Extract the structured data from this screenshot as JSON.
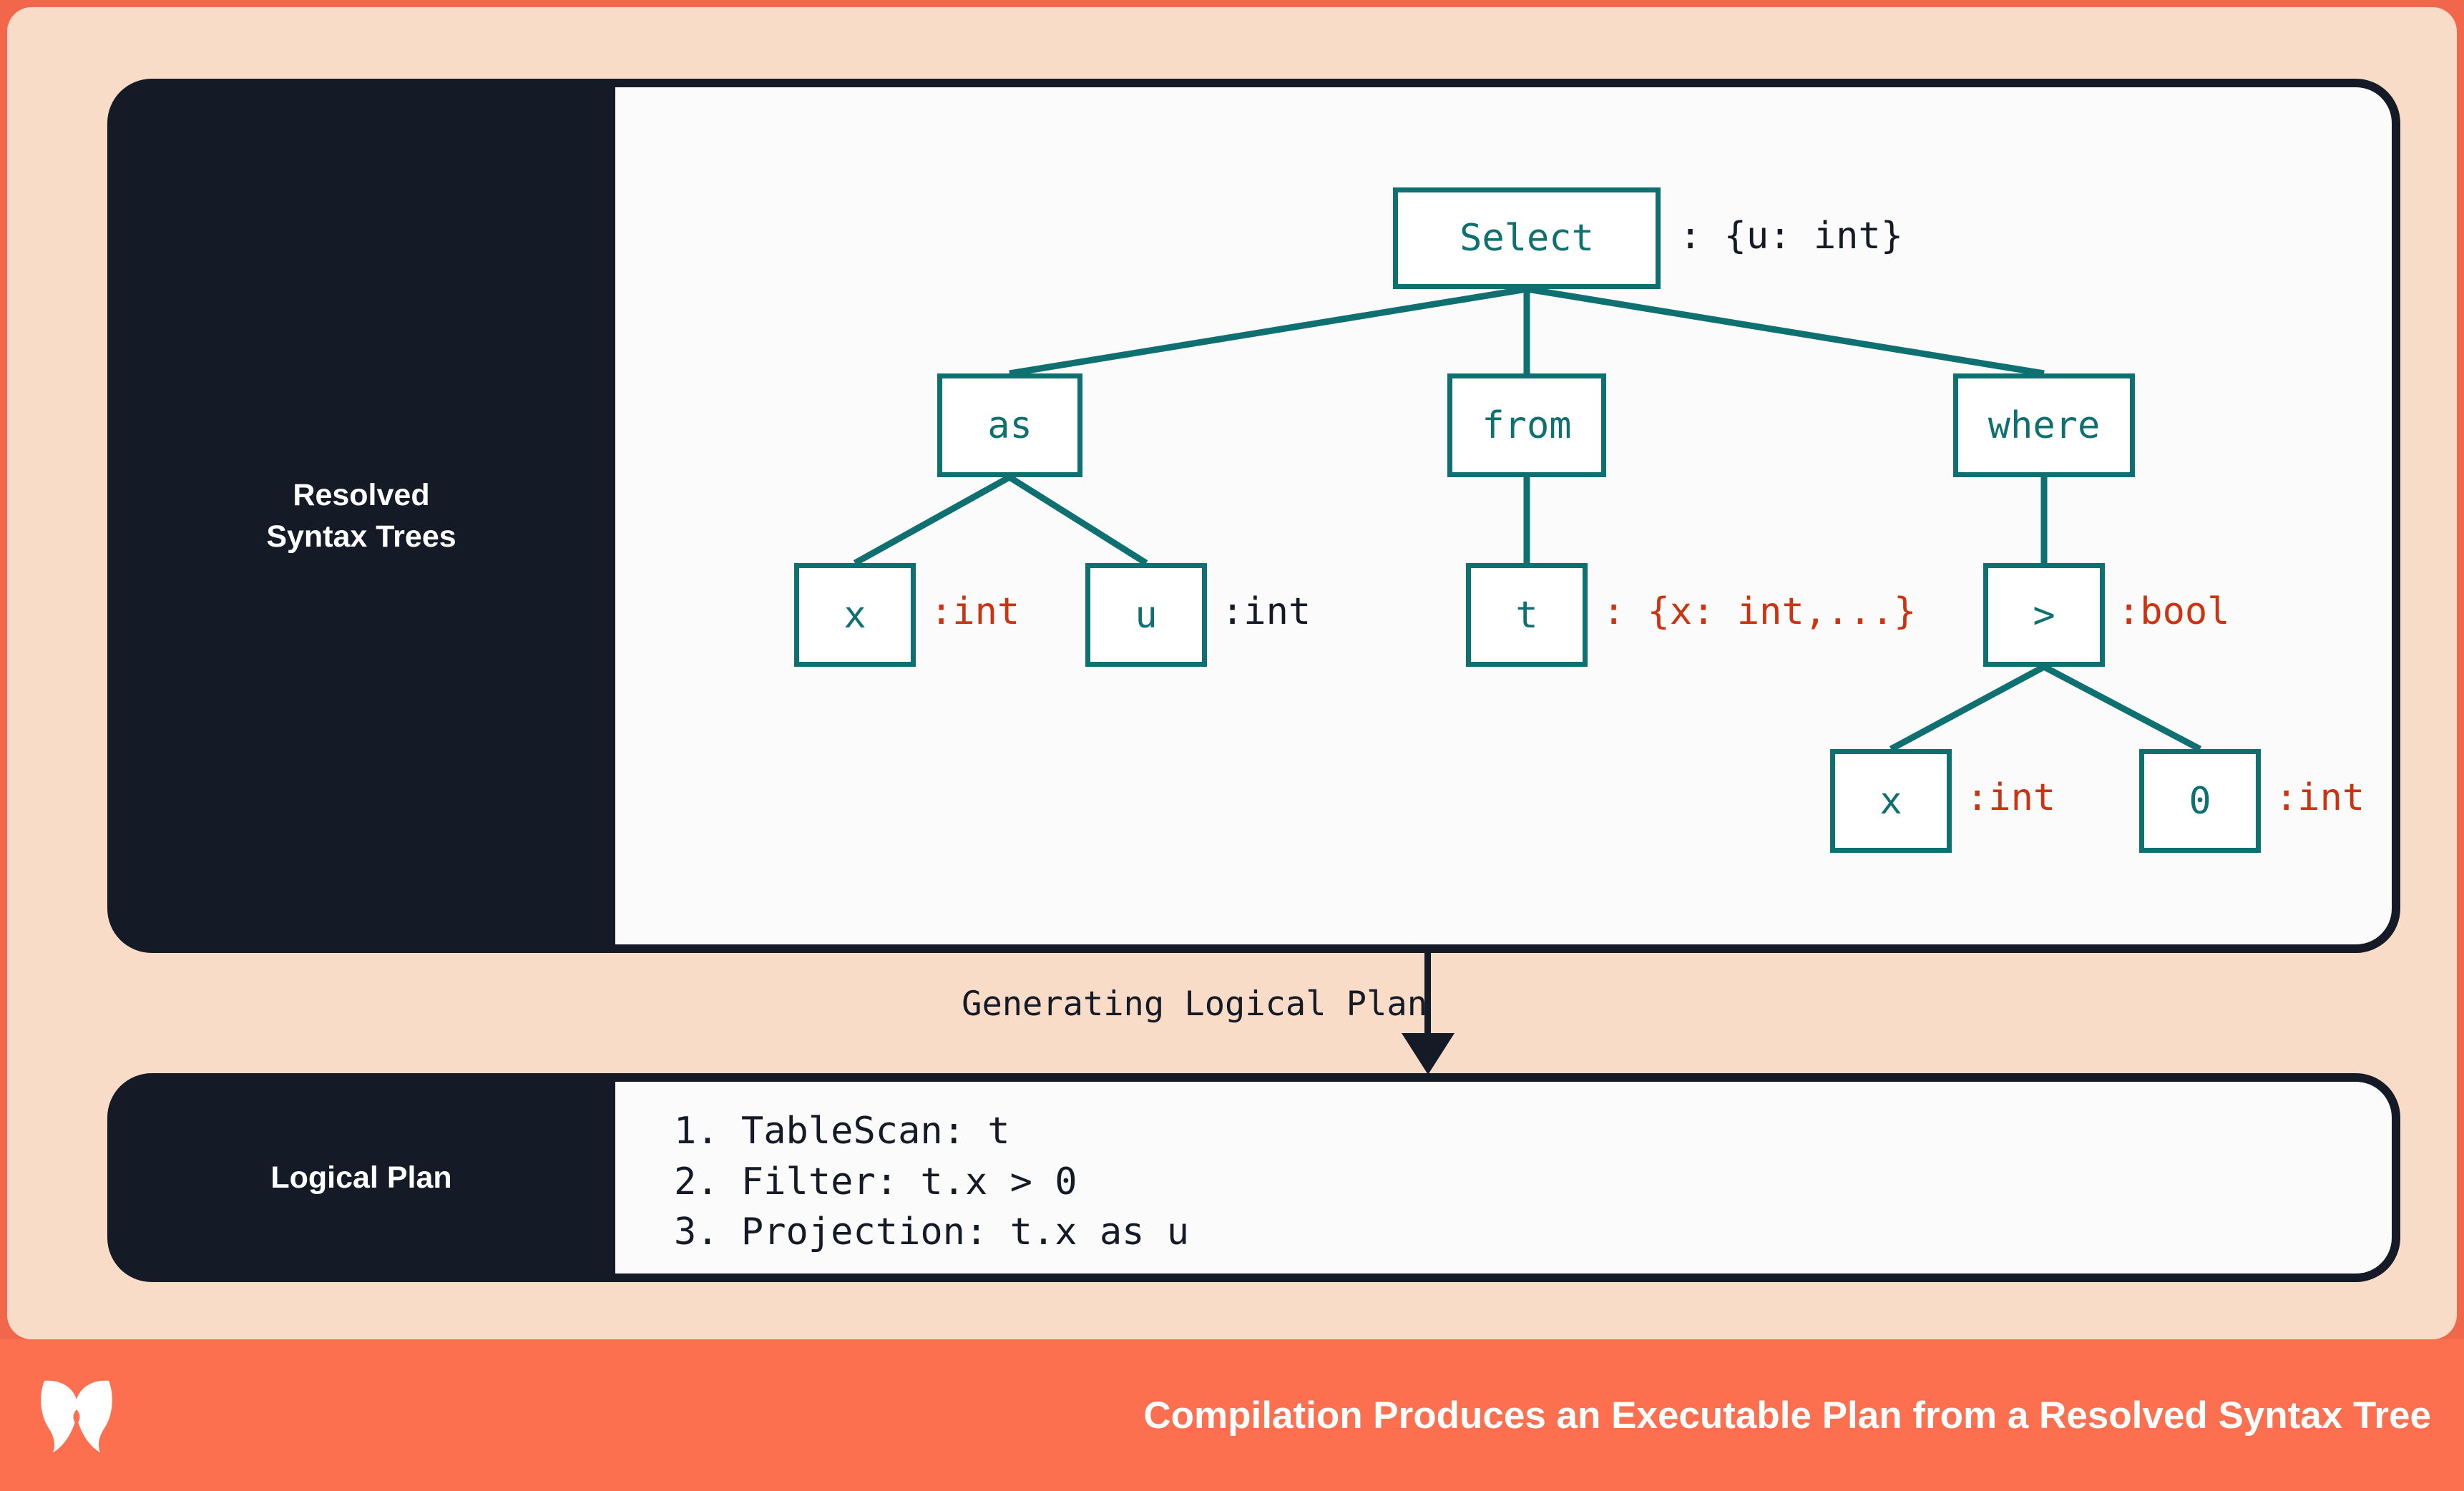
{
  "theme": {
    "border_coral": "#F2674C",
    "background_peach": "#F8DCC8",
    "panel_dark": "#141A26",
    "canvas_white": "#FBFBFB",
    "node_teal": "#0E7070",
    "type_red": "#CC3311",
    "banner_coral": "#FC6F4F"
  },
  "panels": {
    "syntax_tree": {
      "label": "Resolved\nSyntax Trees",
      "label_line1": "Resolved",
      "label_line2": "Syntax Trees"
    },
    "logical_plan": {
      "label": "Logical Plan"
    }
  },
  "transition": {
    "label": "Generating Logical Plan"
  },
  "tree": {
    "nodes": [
      {
        "id": "select",
        "text": "Select",
        "annotation": ": {u: int}",
        "annotation_color": "dark"
      },
      {
        "id": "as",
        "text": "as",
        "annotation": "",
        "annotation_color": "dark"
      },
      {
        "id": "from",
        "text": "from",
        "annotation": "",
        "annotation_color": "dark"
      },
      {
        "id": "where",
        "text": "where",
        "annotation": "",
        "annotation_color": "dark"
      },
      {
        "id": "as-x",
        "text": "x",
        "annotation": ":int",
        "annotation_color": "red"
      },
      {
        "id": "as-u",
        "text": "u",
        "annotation": ":int",
        "annotation_color": "dark"
      },
      {
        "id": "from-t",
        "text": "t",
        "annotation": ": {x: int,...}",
        "annotation_color": "red"
      },
      {
        "id": "gt",
        "text": ">",
        "annotation": ":bool",
        "annotation_color": "red"
      },
      {
        "id": "gt-x",
        "text": "x",
        "annotation": ":int",
        "annotation_color": "red"
      },
      {
        "id": "gt-0",
        "text": "0",
        "annotation": ":int",
        "annotation_color": "red"
      }
    ],
    "edges": [
      [
        "select",
        "as"
      ],
      [
        "select",
        "from"
      ],
      [
        "select",
        "where"
      ],
      [
        "as",
        "as-x"
      ],
      [
        "as",
        "as-u"
      ],
      [
        "from",
        "from-t"
      ],
      [
        "where",
        "gt"
      ],
      [
        "gt",
        "gt-x"
      ],
      [
        "gt",
        "gt-0"
      ]
    ]
  },
  "logical_plan": {
    "steps": [
      "1. TableScan: t",
      "2. Filter: t.x > 0",
      "3. Projection: t.x as u"
    ]
  },
  "banner": {
    "caption": "Compilation Produces an Executable Plan from a Resolved Syntax Tree",
    "logo": "butterfly-x-logo"
  }
}
